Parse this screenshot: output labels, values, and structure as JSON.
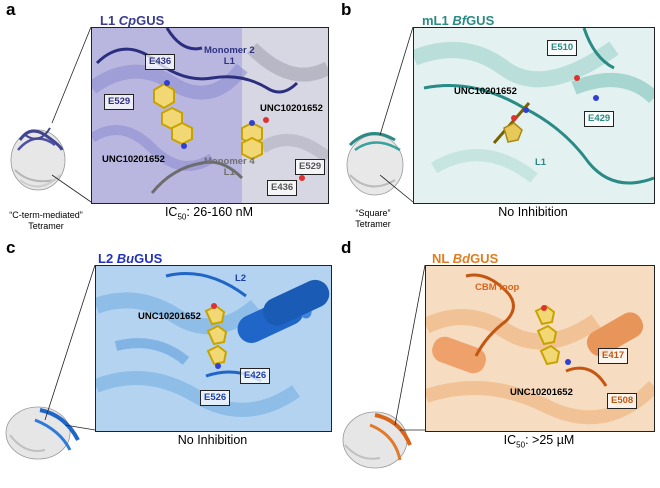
{
  "panels": {
    "a": {
      "letter": "a",
      "title_prefix": "L1 ",
      "title_italic": "Cp",
      "title_suffix": "GUS",
      "caption_prefix": "IC",
      "caption_sub": "50",
      "caption_suffix": ": 26-160 nM",
      "tetramer_label_1": "“C-term-mediated”",
      "tetramer_label_2": "Tetramer",
      "labels": {
        "monomer2_1": "Monomer 2",
        "monomer2_2": "L1",
        "monomer4_1": "Monomer 4",
        "monomer4_2": "L1",
        "ligand_1": "UNC10201652",
        "ligand_2": "UNC10201652",
        "res_1": "E436",
        "res_2": "E529",
        "res_3": "E529",
        "res_4": "E436"
      },
      "colors": {
        "title": "#3b3b8f",
        "accent": "#2f3280",
        "bg": "#b8b8df"
      }
    },
    "b": {
      "letter": "b",
      "title_prefix": "mL1 ",
      "title_italic": "Bf",
      "title_suffix": "GUS",
      "caption": "No Inhibition",
      "tetramer_label_1": "“Square”",
      "tetramer_label_2": "Tetramer",
      "labels": {
        "ligand": "UNC10201652",
        "loop": "L1",
        "res_1": "E510",
        "res_2": "E429"
      },
      "colors": {
        "title": "#2a8b86",
        "accent": "#2a8b86",
        "bg": "#dff0ee"
      }
    },
    "c": {
      "letter": "c",
      "title_prefix": "L2 ",
      "title_italic": "Bu",
      "title_suffix": "GUS",
      "caption": "No Inhibition",
      "labels": {
        "loop": "L2",
        "ligand": "UNC10201652",
        "res_1": "E426",
        "res_2": "E526"
      },
      "colors": {
        "title": "#2233bb",
        "accent": "#1f66c8",
        "bg": "#a9cdee"
      }
    },
    "d": {
      "letter": "d",
      "title_prefix": "NL ",
      "title_italic": "Bd",
      "title_suffix": "GUS",
      "caption_prefix": "IC",
      "caption_sub": "50",
      "caption_suffix": ": >25 µM",
      "labels": {
        "loop": "CBM loop",
        "ligand": "UNC10201652",
        "res_1": "E417",
        "res_2": "E508"
      },
      "colors": {
        "title": "#e07d1f",
        "accent": "#d9651a",
        "bg": "#f5d3b0"
      }
    }
  }
}
